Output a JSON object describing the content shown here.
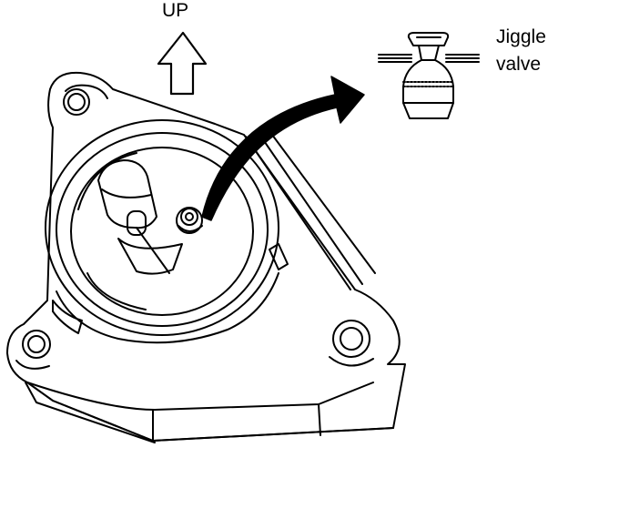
{
  "labels": {
    "up": "UP",
    "jiggle_line1": "Jiggle",
    "jiggle_line2": "valve"
  },
  "colors": {
    "ink": "#000000",
    "paper": "#ffffff"
  },
  "icons": {
    "direction": "up-arrow-icon",
    "callout": "curved-arrow-icon"
  }
}
